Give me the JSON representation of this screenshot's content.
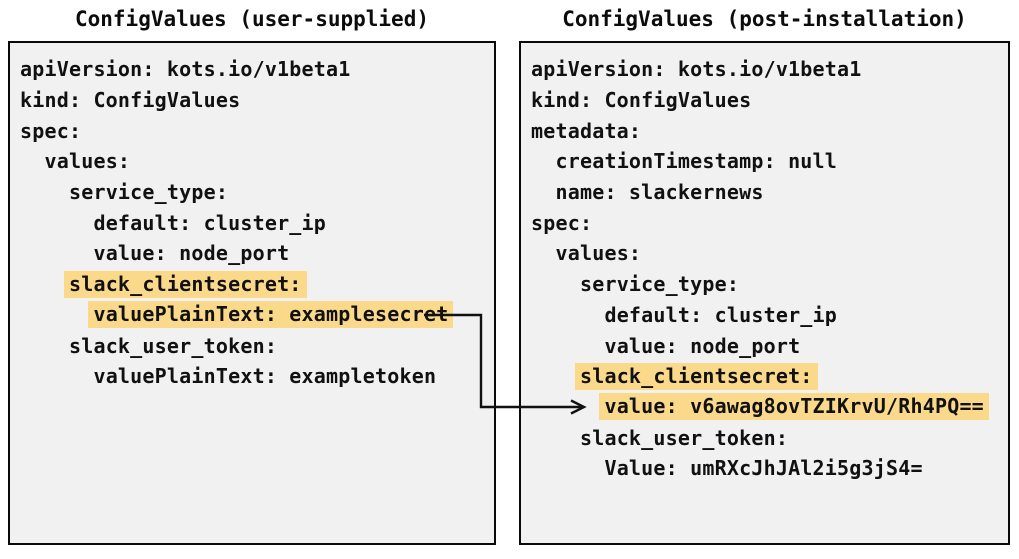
{
  "colors": {
    "highlight": "#fbd98b",
    "box_background": "#f1f1f1",
    "box_border": "#0a0a0a",
    "text": "#111111",
    "arrow": "#111111"
  },
  "left_panel": {
    "title": "ConfigValues (user-supplied)",
    "lines": [
      {
        "indent": "",
        "text": "apiVersion: kots.io/v1beta1",
        "highlight": false
      },
      {
        "indent": "",
        "text": "kind: ConfigValues",
        "highlight": false
      },
      {
        "indent": "",
        "text": "spec:",
        "highlight": false
      },
      {
        "indent": "  ",
        "text": "values:",
        "highlight": false
      },
      {
        "indent": "    ",
        "text": "service_type:",
        "highlight": false
      },
      {
        "indent": "      ",
        "text": "default: cluster_ip",
        "highlight": false
      },
      {
        "indent": "      ",
        "text": "value: node_port",
        "highlight": false
      },
      {
        "indent": "    ",
        "text": "slack_clientsecret:",
        "highlight": true
      },
      {
        "indent": "      ",
        "text": "valuePlainText: examplesecret",
        "highlight": true
      },
      {
        "indent": "    ",
        "text": "slack_user_token:",
        "highlight": false
      },
      {
        "indent": "      ",
        "text": "valuePlainText: exampletoken",
        "highlight": false
      }
    ]
  },
  "right_panel": {
    "title": "ConfigValues (post-installation)",
    "lines": [
      {
        "indent": "",
        "text": "apiVersion: kots.io/v1beta1",
        "highlight": false
      },
      {
        "indent": "",
        "text": "kind: ConfigValues",
        "highlight": false
      },
      {
        "indent": "",
        "text": "metadata:",
        "highlight": false
      },
      {
        "indent": "  ",
        "text": "creationTimestamp: null",
        "highlight": false
      },
      {
        "indent": "  ",
        "text": "name: slackernews",
        "highlight": false
      },
      {
        "indent": "",
        "text": "spec:",
        "highlight": false
      },
      {
        "indent": "  ",
        "text": "values:",
        "highlight": false
      },
      {
        "indent": "    ",
        "text": "service_type:",
        "highlight": false
      },
      {
        "indent": "      ",
        "text": "default: cluster_ip",
        "highlight": false
      },
      {
        "indent": "      ",
        "text": "value: node_port",
        "highlight": false
      },
      {
        "indent": "    ",
        "text": "slack_clientsecret:",
        "highlight": true
      },
      {
        "indent": "      ",
        "text": "value: v6awag8ovTZIKrvU/Rh4PQ==",
        "highlight": true
      },
      {
        "indent": "    ",
        "text": "slack_user_token:",
        "highlight": false
      },
      {
        "indent": "      ",
        "text": "Value: umRXcJhJAl2i5g3jS4=",
        "highlight": false
      }
    ]
  },
  "arrow": {
    "from": "valuePlainText: examplesecret",
    "to": "value: v6awag8ovTZIKrvU/Rh4PQ=="
  }
}
